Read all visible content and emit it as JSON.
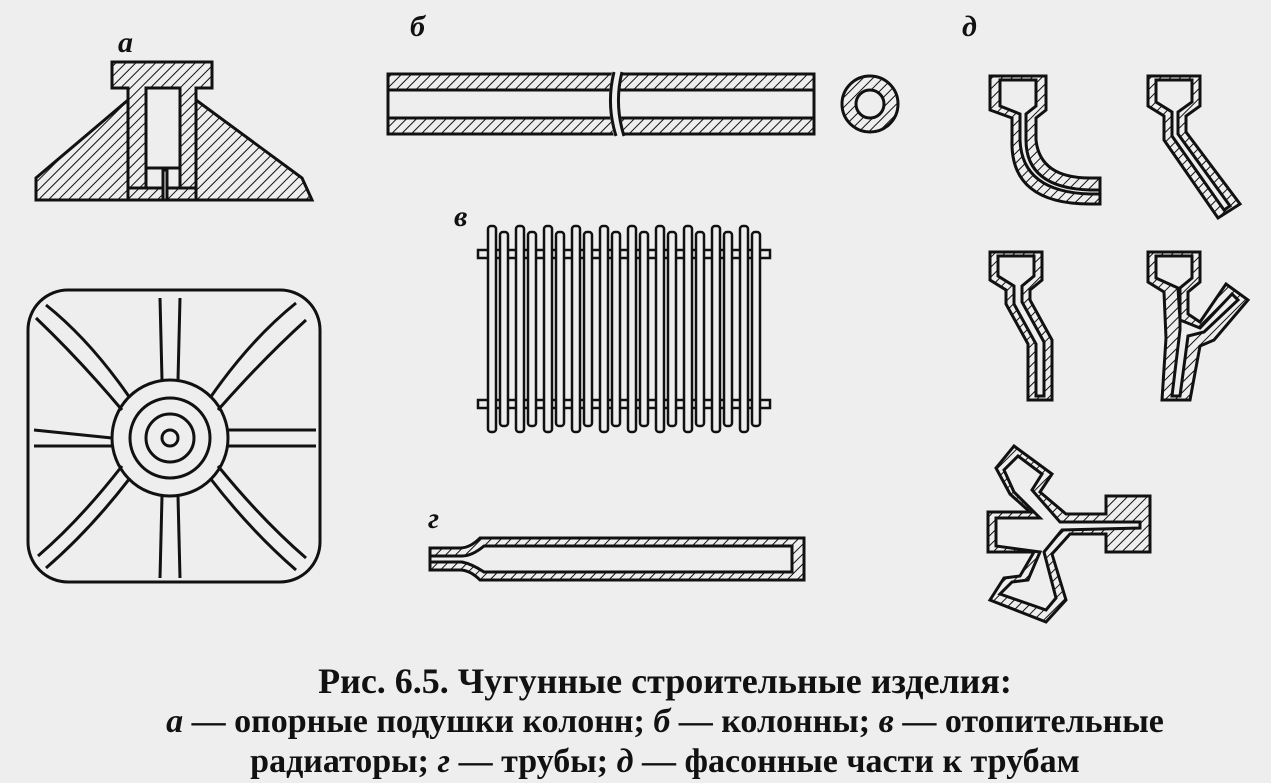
{
  "labels": {
    "a": "а",
    "b": "б",
    "v": "в",
    "g": "г",
    "d": "д"
  },
  "caption": {
    "title": "Рис. 6.5. Чугунные строительные изделия:",
    "line1_a": "а",
    "line1_a_text": " — опорные подушки колонн; ",
    "line1_b": "б",
    "line1_b_text": " — колонны; ",
    "line1_v": "в",
    "line1_v_text": " — отопительные",
    "line2_text": "радиаторы; ",
    "line2_g": "г",
    "line2_g_text": " — трубы; ",
    "line2_d": "д",
    "line2_d_text": " — фасонные части к трубам"
  },
  "colors": {
    "ink": "#111111",
    "paper": "#eeeeee",
    "bleed": "#b9b9b9"
  }
}
